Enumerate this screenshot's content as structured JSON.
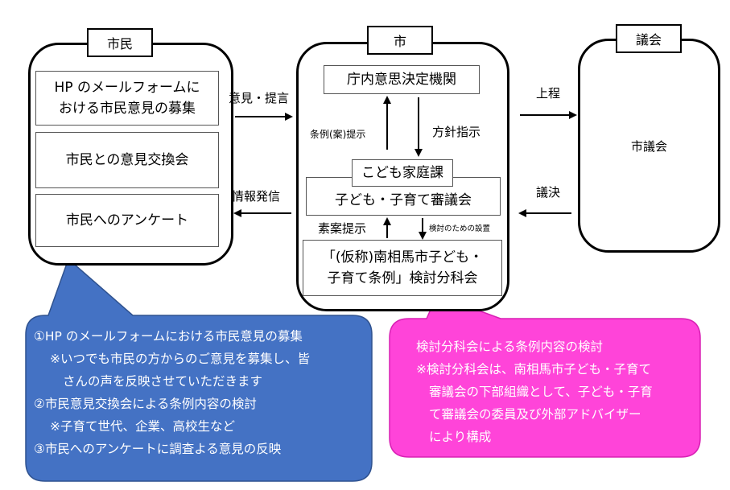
{
  "citizens": {
    "title": "市民",
    "items": [
      {
        "line1": "HP のメールフォームに",
        "line2": "おける市民意見の募集"
      },
      {
        "line1": "市民との意見交換会",
        "line2": ""
      },
      {
        "line1": "市民へのアンケート",
        "line2": ""
      }
    ]
  },
  "city": {
    "title": "市",
    "decision_body": "庁内意思決定機関",
    "division": "こども家庭課",
    "council": "子ども・子育て審議会",
    "subcommittee": {
      "line1": "「(仮称)南相馬市子ども・",
      "line2": "子育て条例」検討分科会"
    },
    "arrows": {
      "bill_proposal": "条例(案)提示",
      "policy_instruction": "方針指示",
      "draft_proposal": "素案提示",
      "establish_for_review": "検討のための設置"
    }
  },
  "assembly": {
    "title": "議会",
    "body": "市議会"
  },
  "flows": {
    "opinion": "意見・提言",
    "info": "情報発信",
    "submit": "上程",
    "resolution": "議決"
  },
  "notes": {
    "blue": {
      "color": "#4472c4",
      "lines": [
        "①HP のメールフォームにおける市民意見の募集",
        "※いつでも市民の方からのご意見を募集し、皆",
        "さんの声を反映させていただきます",
        "②市民意見交換会による条例内容の検討",
        "※子育て世代、企業、高校生など",
        "③市民へのアンケートに調査よる意見の反映"
      ]
    },
    "pink": {
      "color": "#ff44d9",
      "lines": [
        "検討分科会による条例内容の検討",
        "※検討分科会は、南相馬市子ども・子育て",
        "審議会の下部組織として、子ども・子育",
        "て審議会の委員及び外部アドバイザー",
        "により構成"
      ]
    }
  }
}
